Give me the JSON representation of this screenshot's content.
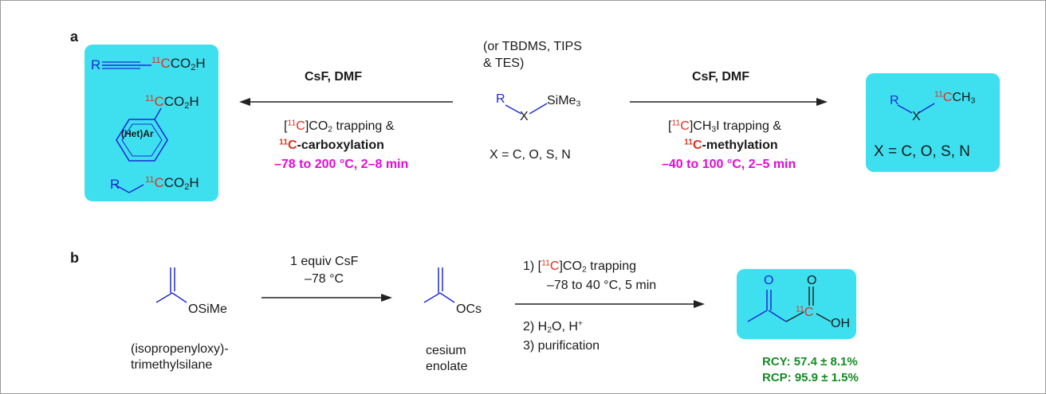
{
  "panel_a": {
    "label": "a",
    "left_reagents": "CsF, DMF",
    "left_trapping_pre": "[",
    "left_trapping_iso": "11",
    "left_trapping_atom": "C",
    "left_trapping_post": "]CO",
    "left_trapping_sub": "2",
    "left_trapping_tail": " trapping &",
    "left_reaction_iso": "11",
    "left_reaction_atom": "C",
    "left_reaction_tail": "-carboxylation",
    "left_conditions": "–78 to 200 °C, 2–8 min",
    "center_alt_line1": "(or TBDMS, TIPS",
    "center_alt_line2": "& TES)",
    "center_R": "R",
    "center_X": "X",
    "center_silyl_pre": "SiMe",
    "center_silyl_sub": "3",
    "center_x_def": "X = C, O, S, N",
    "right_reagents": "CsF, DMF",
    "right_trapping_pre": "[",
    "right_trapping_iso": "11",
    "right_trapping_atom": "C",
    "right_trapping_post": "]CH",
    "right_trapping_sub": "3",
    "right_trapping_tail": "I trapping &",
    "right_reaction_iso": "11",
    "right_reaction_atom": "C",
    "right_reaction_tail": "-methylation",
    "right_conditions": "–40 to 100 °C, 2–5 min",
    "product_left": {
      "alkyne_R": "R",
      "iso": "11",
      "co2h_pre": "CO",
      "co2h_sub": "2",
      "co2h_post": "H",
      "aryl_label": "(Het)Ar",
      "alkyl_R": "R"
    },
    "product_right": {
      "R": "R",
      "X": "X",
      "iso": "11",
      "ch3_pre": "CH",
      "ch3_sub": "3",
      "x_def": "X = C, O, S, N"
    }
  },
  "panel_b": {
    "label": "b",
    "start_silyl": "OSiMe",
    "start_name_line1": "(isopropenyloxy)-",
    "start_name_line2": "trimethylsilane",
    "step1_line1": "1 equiv CsF",
    "step1_line2": "–78 °C",
    "enolate_label": "OCs",
    "enolate_name_line1": "cesium",
    "enolate_name_line2": "enolate",
    "step2_prefix": "1) [",
    "step2_iso": "11",
    "step2_atom": "C",
    "step2_mid": "]CO",
    "step2_sub": "2",
    "step2_tail": " trapping",
    "step2_conditions": "–78 to 40 °C, 5 min",
    "step2b_pre": "2) H",
    "step2b_sub": "2",
    "step2b_post": "O, H",
    "step2b_sup": "+",
    "step3": "3) purification",
    "product_O_ketone": "O",
    "product_O_acid": "O",
    "product_iso": "11",
    "product_C": "C",
    "product_OH": "OH",
    "rcy": "RCY: 57.4 ± 8.1%",
    "rcp": "RCP: 95.9 ± 1.5%"
  },
  "colors": {
    "highlight_box": "#3ee0f0",
    "isotope_red": "#e0301e",
    "conditions_magenta": "#e10bd6",
    "yield_green": "#158a23",
    "bond_blue": "#1e2bd6"
  }
}
